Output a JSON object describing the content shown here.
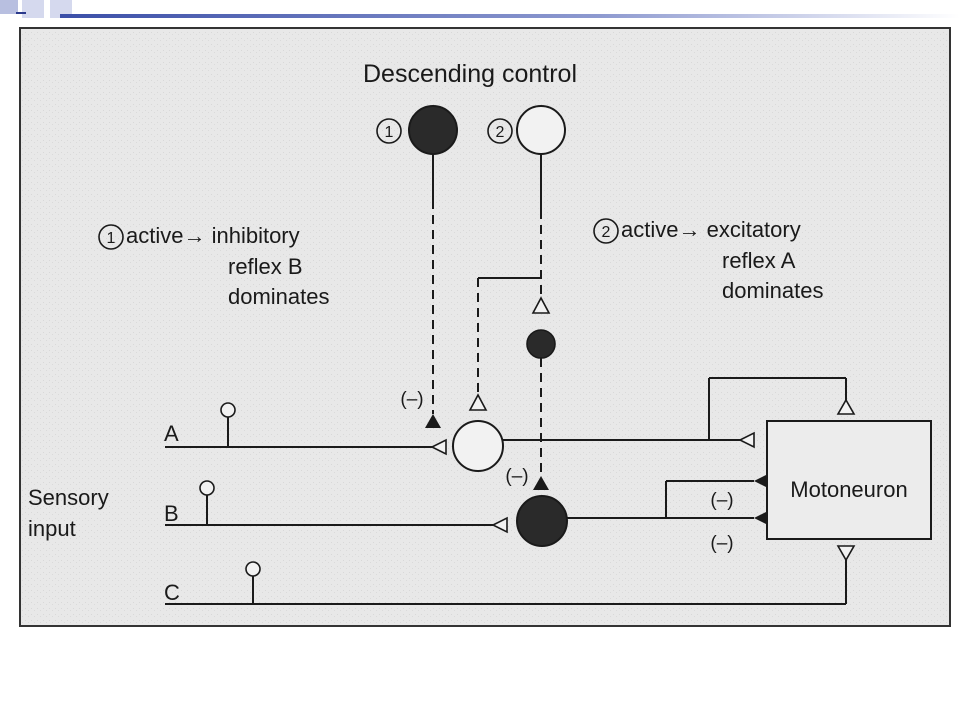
{
  "title": "Descending control",
  "labels": {
    "n1": "1",
    "n2": "2",
    "note1_num": "1",
    "note1_l1": "active→ inhibitory",
    "note1_l2": "reflex B",
    "note1_l3": "dominates",
    "note2_num": "2",
    "note2_l1": "active→ excitatory",
    "note2_l2": "reflex A",
    "note2_l3": "dominates",
    "input_a": "A",
    "input_b": "B",
    "input_c": "C",
    "sensory_l1": "Sensory",
    "sensory_l2": "input",
    "motoneuron": "Motoneuron",
    "neg1": "(–)",
    "neg2": "(–)",
    "neg3": "(–)",
    "neg4": "(–)"
  },
  "colors": {
    "ink": "#1a1a1a",
    "paper": "#e6e6e6",
    "filled": "#2a2a2a",
    "accent": "#3b4fa8"
  }
}
